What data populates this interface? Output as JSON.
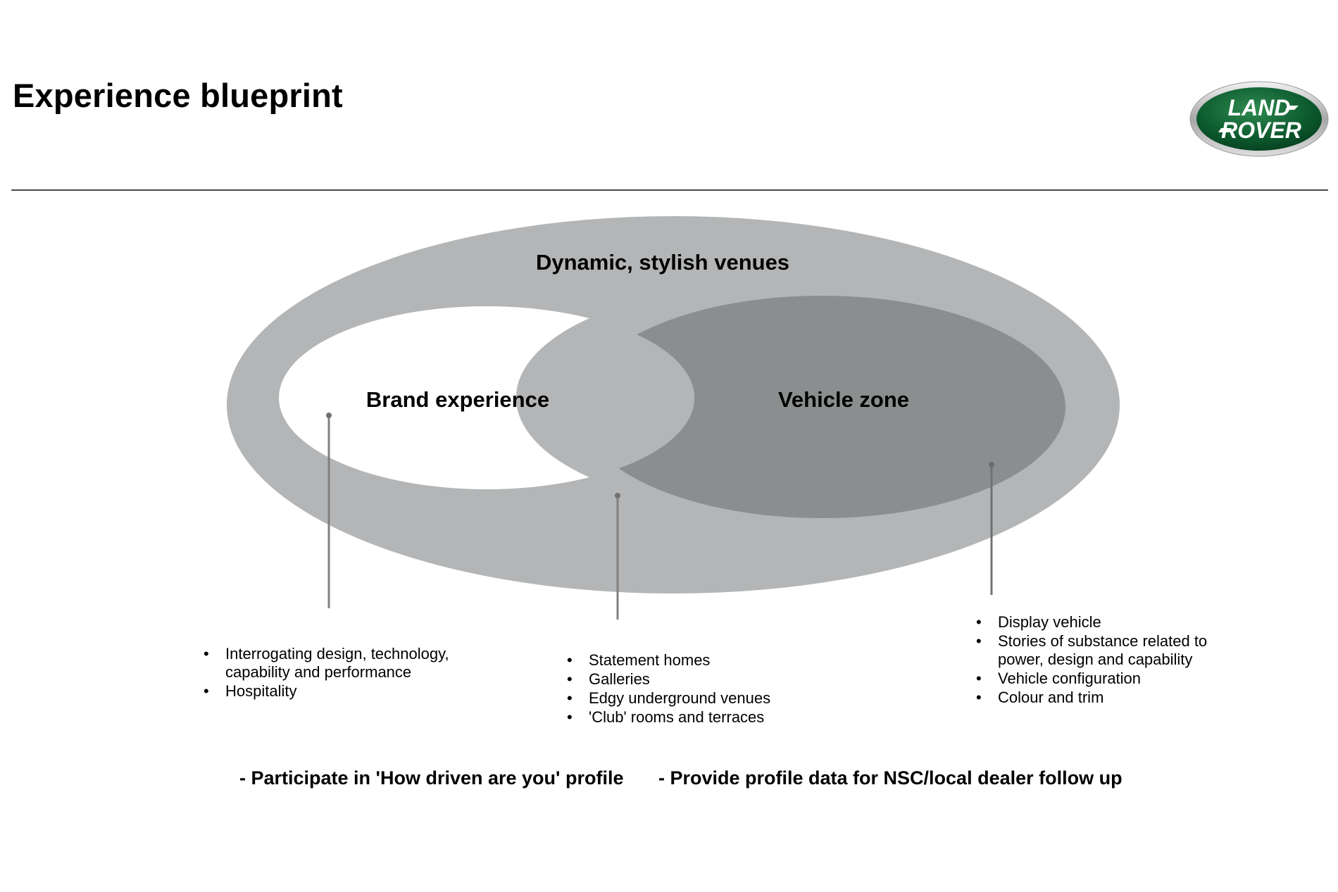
{
  "title": "Experience blueprint",
  "logo": {
    "line1": "LAND",
    "line2": "ROVER"
  },
  "colors": {
    "outer": "#b3b5b6",
    "brand": "#ffffff",
    "vehicle": "#8b8e8f",
    "connector": "#808080",
    "logo_green": "#0a5a2c"
  },
  "diagram": {
    "outer_label": "Dynamic, stylish venues",
    "brand_label": "Brand experience",
    "vehicle_label": "Vehicle zone"
  },
  "brand_bullets": [
    "Interrogating design, technology, capability and performance",
    "Hospitality"
  ],
  "venue_bullets": [
    "Statement homes",
    "Galleries",
    "Edgy underground venues",
    "'Club' rooms and terraces"
  ],
  "vehicle_bullets": [
    "Display vehicle",
    "Stories of substance related to power, design and capability",
    "Vehicle configuration",
    "Colour and trim"
  ],
  "footer": {
    "left": "- Participate in 'How driven are you' profile",
    "right": "- Provide profile data for NSC/local dealer follow up"
  }
}
